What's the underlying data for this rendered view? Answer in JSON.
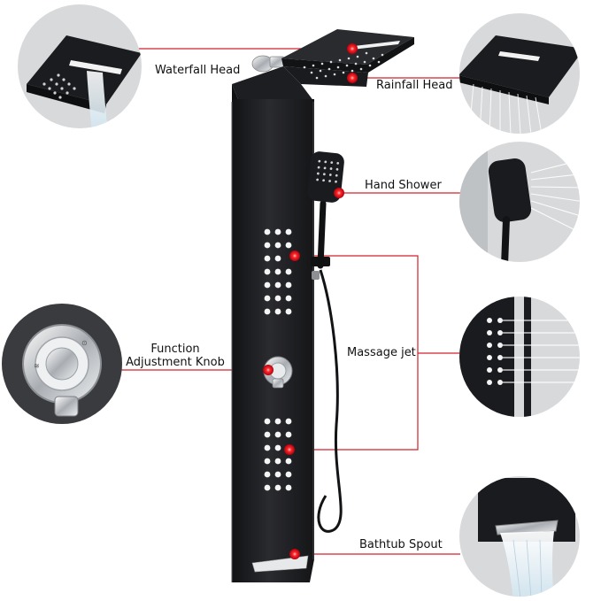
{
  "callouts": {
    "waterfall_head": "Waterfall Head",
    "rainfall_head": "Rainfall Head",
    "hand_shower": "Hand Shower",
    "massage_jet": "Massage jet",
    "function_knob_line1": "Function",
    "function_knob_line2": "Adjustment Knob",
    "bathtub_spout": "Bathtub  Spout"
  },
  "colors": {
    "leader_line": "#d0202a",
    "marker": "#e01020",
    "panel": "#1c1d20",
    "chrome": "#c9ccd0",
    "circle_bg": "#d7d9db"
  }
}
